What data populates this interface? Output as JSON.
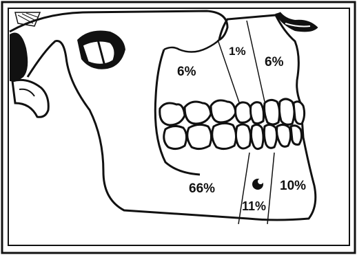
{
  "figure": {
    "regions": [
      {
        "id": "ramus",
        "label": "6%"
      },
      {
        "id": "coronoid",
        "label": "1%"
      },
      {
        "id": "maxilla-anterior",
        "label": "6%"
      },
      {
        "id": "body",
        "label": "66%"
      },
      {
        "id": "parasymphysis",
        "label": "11%"
      },
      {
        "id": "symphysis",
        "label": "10%"
      }
    ],
    "colors": {
      "ink": "#111111",
      "paper": "#ffffff"
    }
  }
}
